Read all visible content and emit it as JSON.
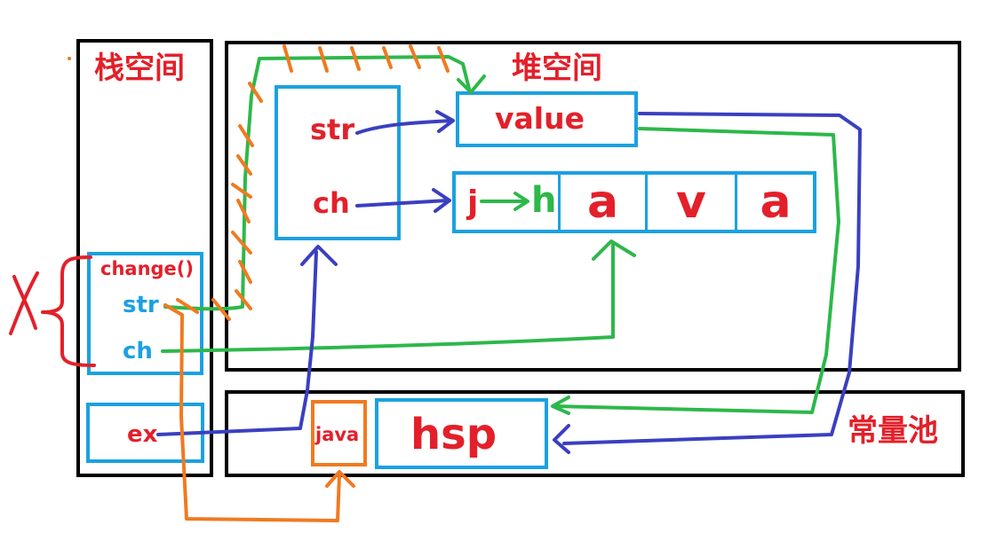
{
  "stack": {
    "title": "栈空间"
  },
  "heap": {
    "title": "堆空间"
  },
  "pool": {
    "title": "常量池"
  },
  "string_obj": {
    "str_label": "str",
    "ch_label": "ch"
  },
  "value_box": {
    "label": "value"
  },
  "char_array": {
    "chars": [
      "j",
      "h",
      "a",
      "v",
      "a"
    ]
  },
  "frame": {
    "method": "change()",
    "str_label": "str",
    "ch_label": "ch",
    "crossed_mark": "X"
  },
  "ex_frame": {
    "label": "ex"
  },
  "pool_items": {
    "java": "java",
    "hsp": "hsp"
  },
  "colors": {
    "frame_border": "#000000",
    "box_border": "#1ba1e2",
    "title_text": "#e3202a",
    "pointer_blue": "#3b3fc0",
    "pointer_green": "#2db84a",
    "pointer_orange": "#f07a20",
    "mark_red": "#e3202a"
  }
}
